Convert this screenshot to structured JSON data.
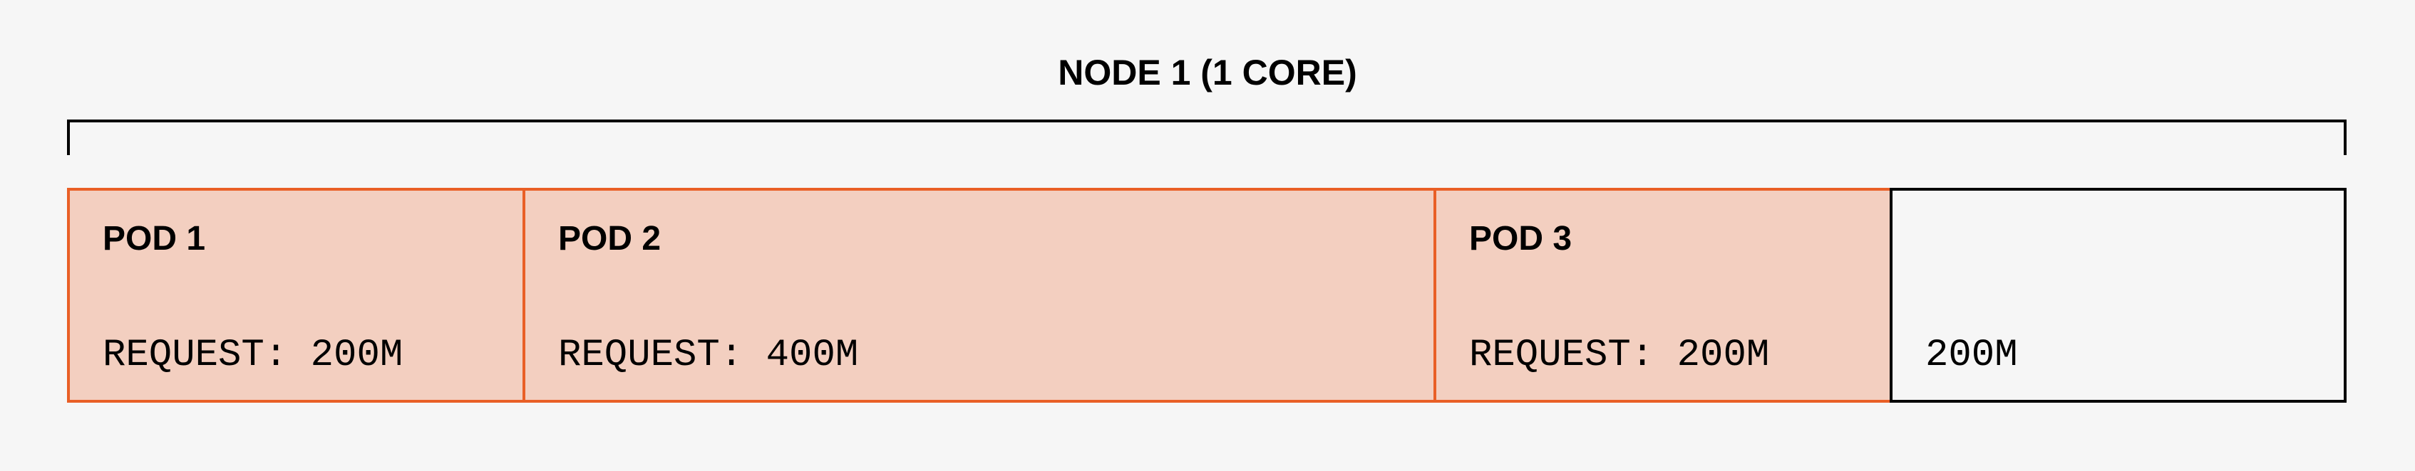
{
  "node": {
    "title": "NODE 1 (1 CORE)",
    "capacity_millicores": 1000
  },
  "pods": [
    {
      "label": "POD 1",
      "request_text": "REQUEST: 200M",
      "request_millicores": 200
    },
    {
      "label": "POD 2",
      "request_text": "REQUEST: 400M",
      "request_millicores": 400
    },
    {
      "label": "POD 3",
      "request_text": "REQUEST: 200M",
      "request_millicores": 200
    }
  ],
  "free": {
    "label": "",
    "text": "200M",
    "millicores": 200
  },
  "colors": {
    "background": "#f6f6f6",
    "pod_fill": "#f3cfc0",
    "pod_border": "#e95f26",
    "free_border": "#000000",
    "text": "#000000"
  }
}
